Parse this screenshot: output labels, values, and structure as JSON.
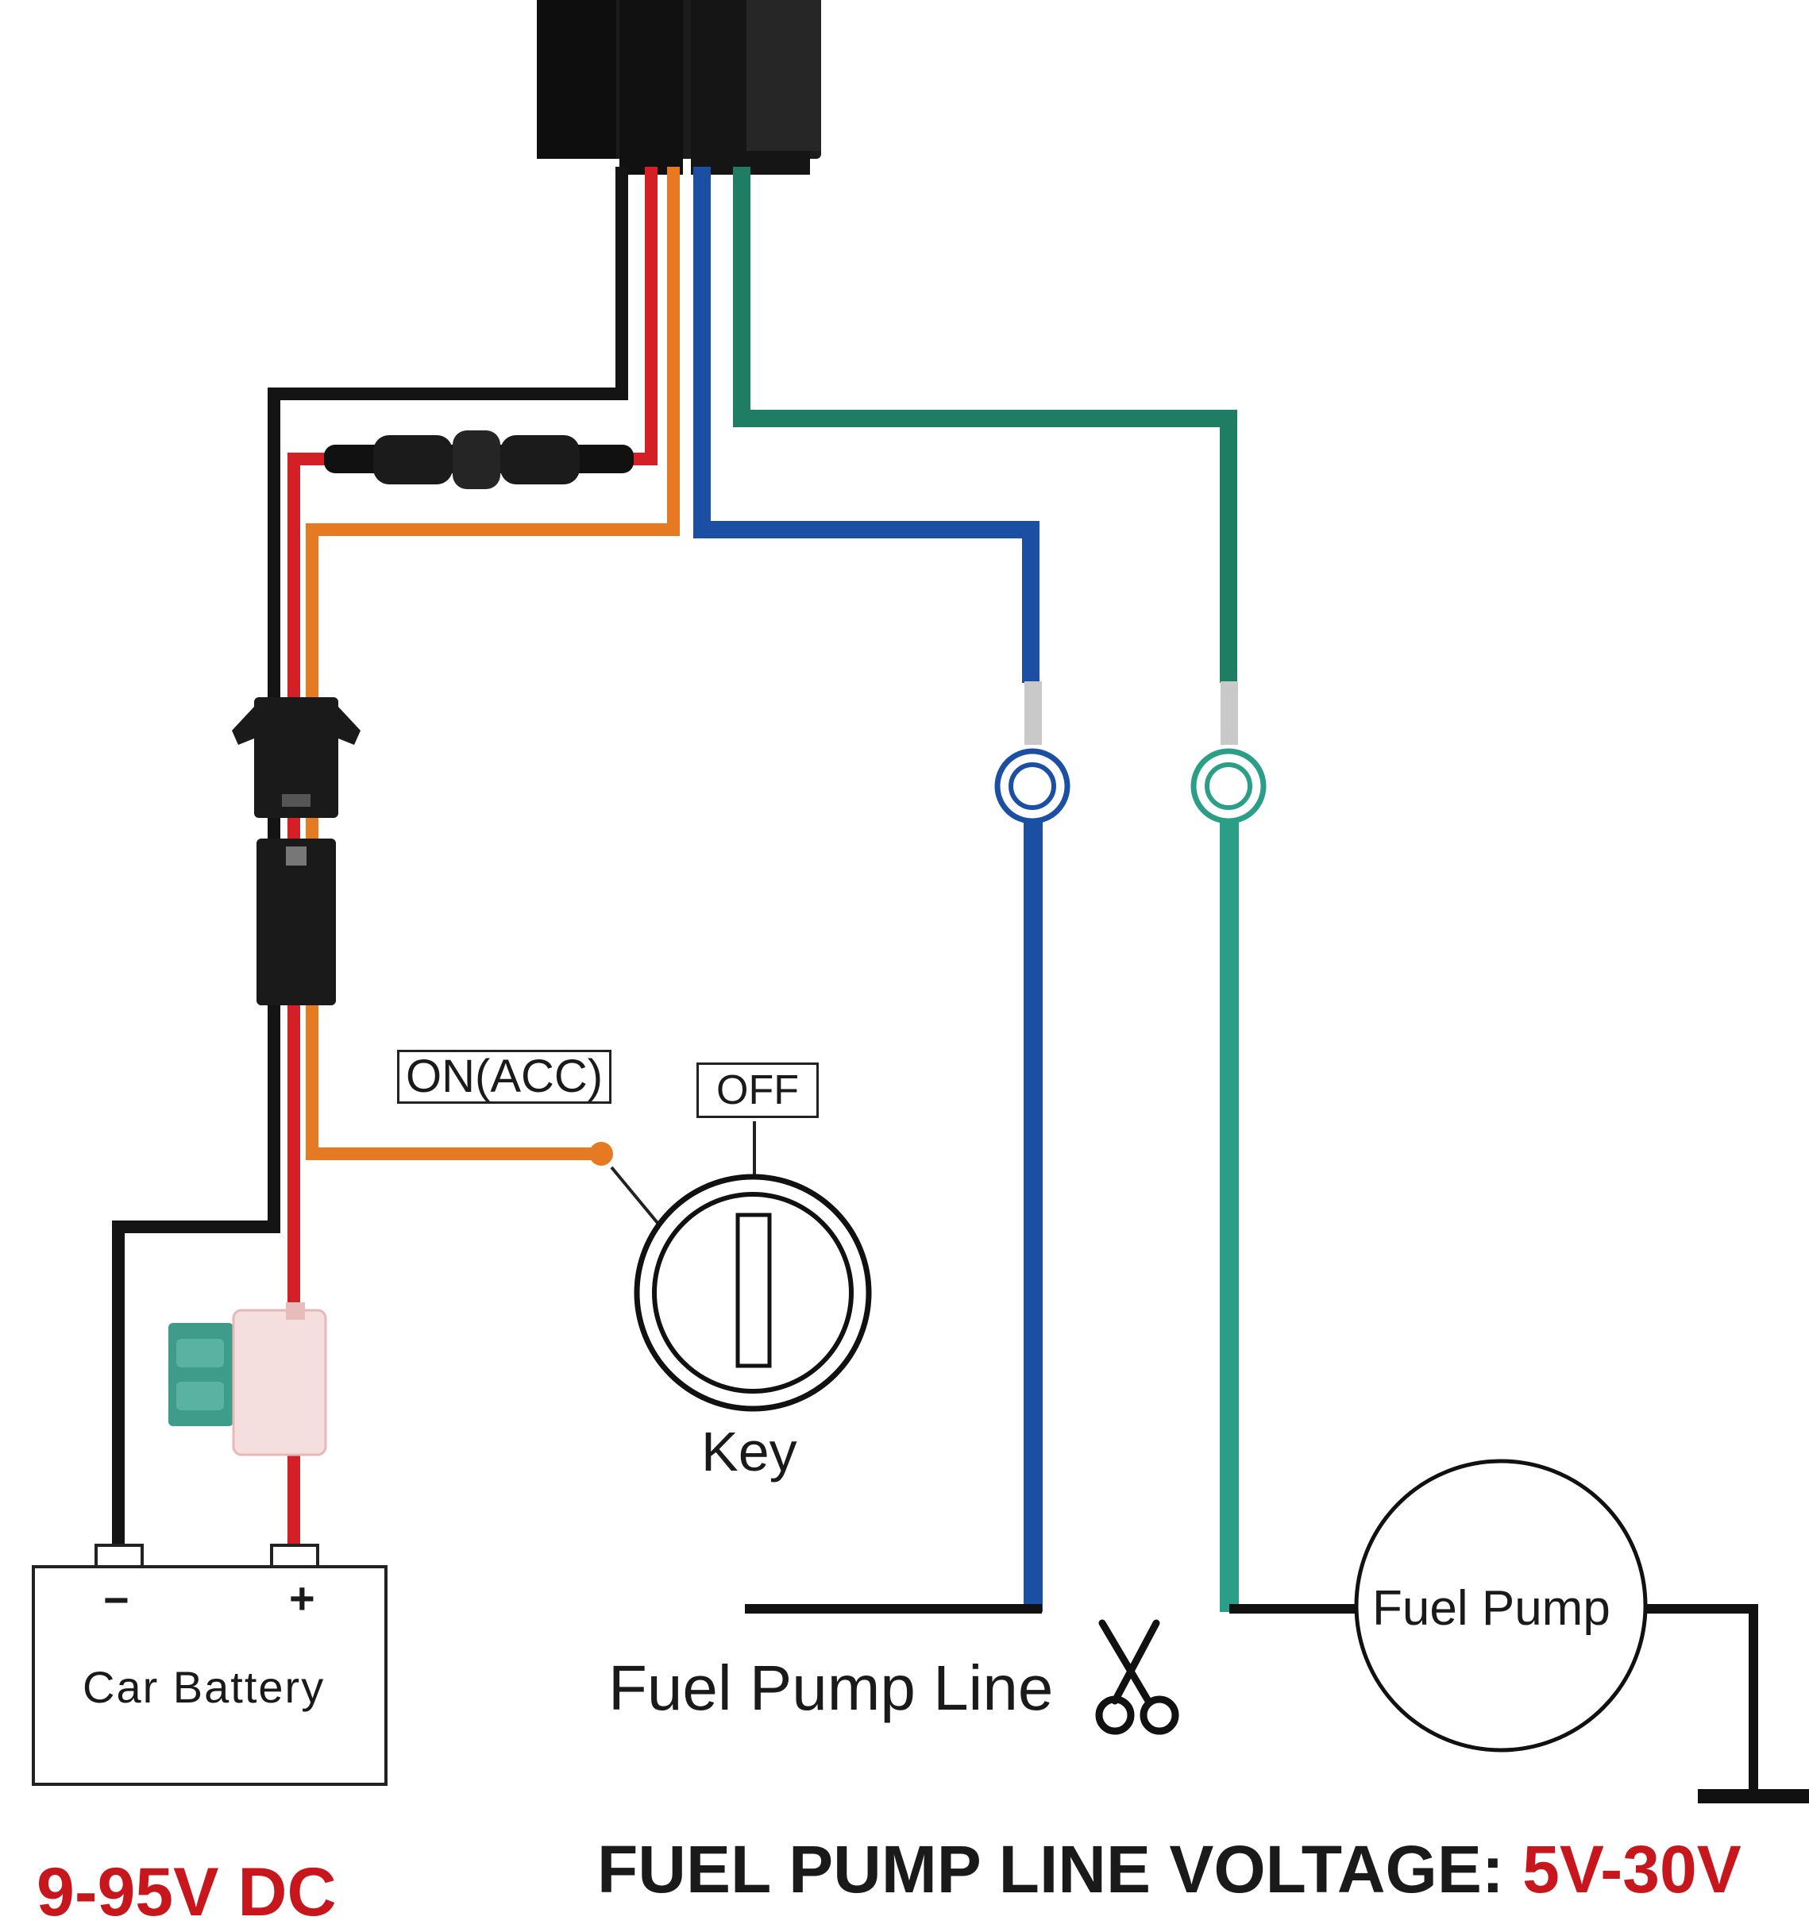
{
  "labels": {
    "on_acc": "ON(ACC)",
    "off": "OFF",
    "key": "Key",
    "battery_minus": "−",
    "battery_plus": "+",
    "car_battery": "Car Battery",
    "fuel_pump_line": "Fuel Pump Line",
    "fuel_pump": "Fuel Pump",
    "battery_voltage": "9-95V DC",
    "pump_voltage_prefix": "FUEL PUMP LINE VOLTAGE: ",
    "pump_voltage_value": "5V-30V"
  },
  "wire_colors": {
    "black": "#141414",
    "red": "#d32027",
    "orange": "#e57a22",
    "blue": "#1b4fa3",
    "green_dark": "#1f7d64",
    "green_light": "#2a9e86",
    "accent_text": "#c8161d"
  }
}
